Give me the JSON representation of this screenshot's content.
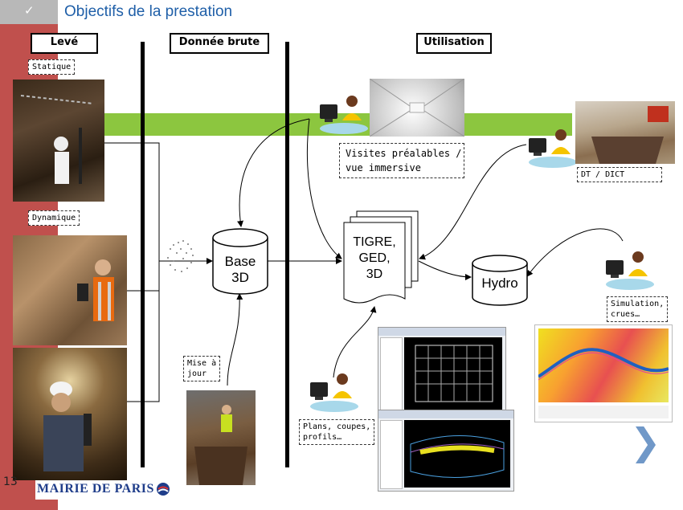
{
  "header": {
    "title": "Objectifs de la prestation"
  },
  "columns": {
    "leve": "Levé",
    "donnee": "Donnée brute",
    "utilisation": "Utilisation"
  },
  "tags": {
    "statique": "Statique",
    "dynamique": "Dynamique",
    "mise_a_jour": "Mise à\njour",
    "visites": "Visites préalables /\nvue immersive",
    "dt_dict": "DT / DICT",
    "simulation": "Simulation,\ncrues…",
    "plans": "Plans, coupes,\nprofils…"
  },
  "nodes": {
    "base3d": "Base\n3D",
    "tigre": "TIGRE,\nGED,\n3D",
    "hydro": "Hydro"
  },
  "footer": {
    "page_number": "13",
    "logo": "MAIRIE DE PARIS"
  },
  "colors": {
    "accent": "#c0504d",
    "green_bar": "#8cc63f",
    "title": "#1f5fa8",
    "chevron": "#7098c8"
  }
}
